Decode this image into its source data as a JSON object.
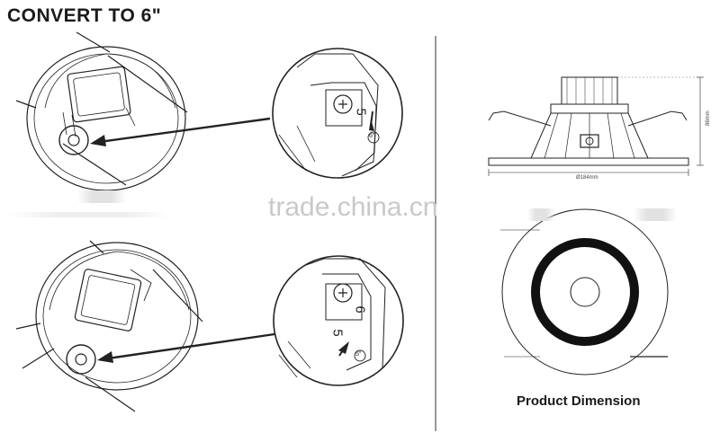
{
  "heading": "CONVERT TO  6\"",
  "watermark": "trade.china.cn",
  "caption": "Product Dimension",
  "zoom_top": {
    "numeral_large": "5",
    "badge": "6\""
  },
  "zoom_bottom": {
    "numeral_large": "6",
    "numeral_small": "5",
    "badge": "5\""
  },
  "side_view": {
    "diameter_label": "Ø184mm",
    "height_label": "86mm"
  },
  "top_view": {
    "label_left": "——",
    "label_bottom": "——"
  }
}
